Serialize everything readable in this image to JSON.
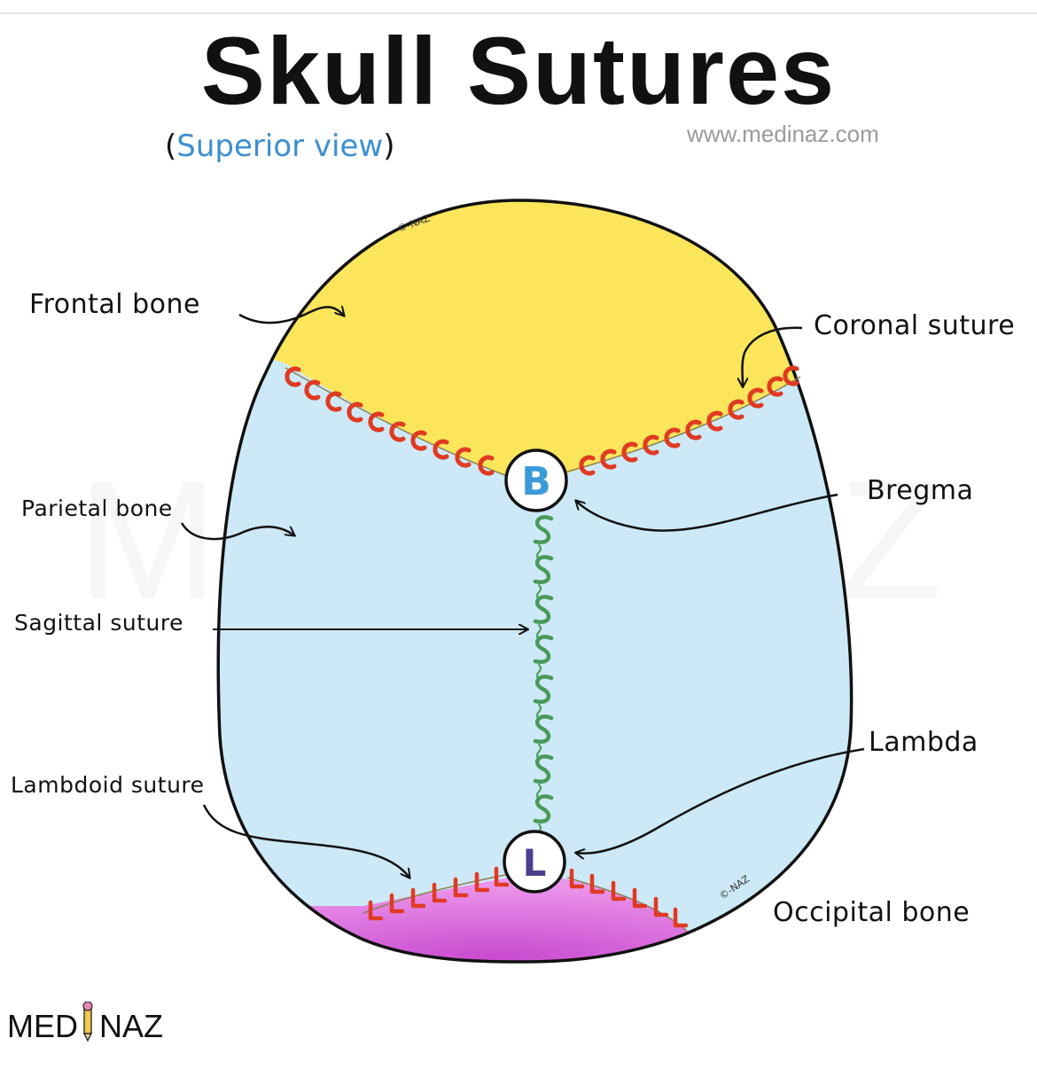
{
  "title": "Skull Sutures",
  "subtitle": {
    "open": "(",
    "text": "Superior view",
    "close": ")"
  },
  "website": "www.medinaz.com",
  "watermark": "MEDINAZ",
  "labels": {
    "frontal_bone": "Frontal bone",
    "coronal_suture": "Coronal suture",
    "parietal_bone": "Parietal bone",
    "bregma": "Bregma",
    "sagittal_suture": "Sagittal suture",
    "lambdoid_suture": "Lambdoid suture",
    "lambda": "Lambda",
    "occipital_bone": "Occipital bone"
  },
  "markers": {
    "bregma": "B",
    "lambda": "L"
  },
  "signatures": [
    "©-NAZ",
    "©-NAZ"
  ],
  "logo": {
    "left": "MED",
    "right": "NAZ"
  },
  "colors": {
    "frontal": "#fbe55a",
    "parietal": "#cde9f7",
    "occipital": "#e585e6",
    "coronal": "#e03a22",
    "sagittal": "#4a9a58",
    "lambdoid": "#e03a22",
    "bregma_letter": "#3a9ad9",
    "lambda_letter": "#4a3f8f"
  }
}
